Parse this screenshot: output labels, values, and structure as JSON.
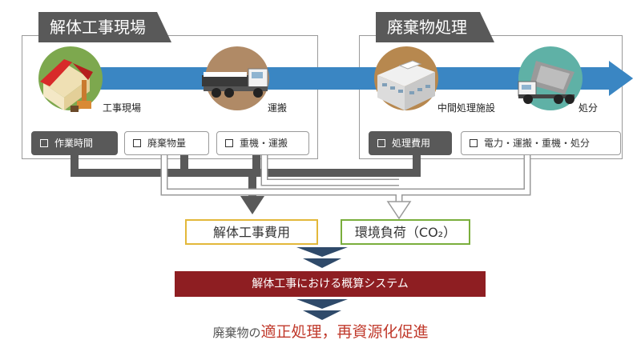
{
  "sections": {
    "demolition": {
      "title": "解体工事現場"
    },
    "waste": {
      "title": "廃棄物処理"
    }
  },
  "stages": [
    {
      "icon": "house-icon",
      "label": "工事現場"
    },
    {
      "icon": "truck-icon",
      "label": "運搬"
    },
    {
      "icon": "building-icon",
      "label": "中間処理施設"
    },
    {
      "icon": "dump-truck-icon",
      "label": "処分"
    }
  ],
  "items": [
    {
      "label": "作業時間",
      "style": "dark"
    },
    {
      "label": "廃棄物量",
      "style": "light"
    },
    {
      "label": "重機・運搬",
      "style": "light"
    },
    {
      "label": "処理費用",
      "style": "dark"
    },
    {
      "label": "電力・運搬・重機・処分",
      "style": "light"
    }
  ],
  "results": {
    "cost": {
      "label": "解体工事費用",
      "border": "#e3b83a"
    },
    "env": {
      "label": "環境負荷（CO₂）",
      "border": "#7aae3c"
    }
  },
  "system": {
    "label": "解体工事における概算システム"
  },
  "goal": {
    "prefix": "廃棄物の",
    "main": "適正処理，再資源化促進"
  },
  "colors": {
    "flow_arrow": "#3a86c3",
    "dark_gray": "#595959",
    "system_bar": "#8e1e22",
    "goal_text": "#c0392b",
    "chevron": "#2f4a6a"
  }
}
